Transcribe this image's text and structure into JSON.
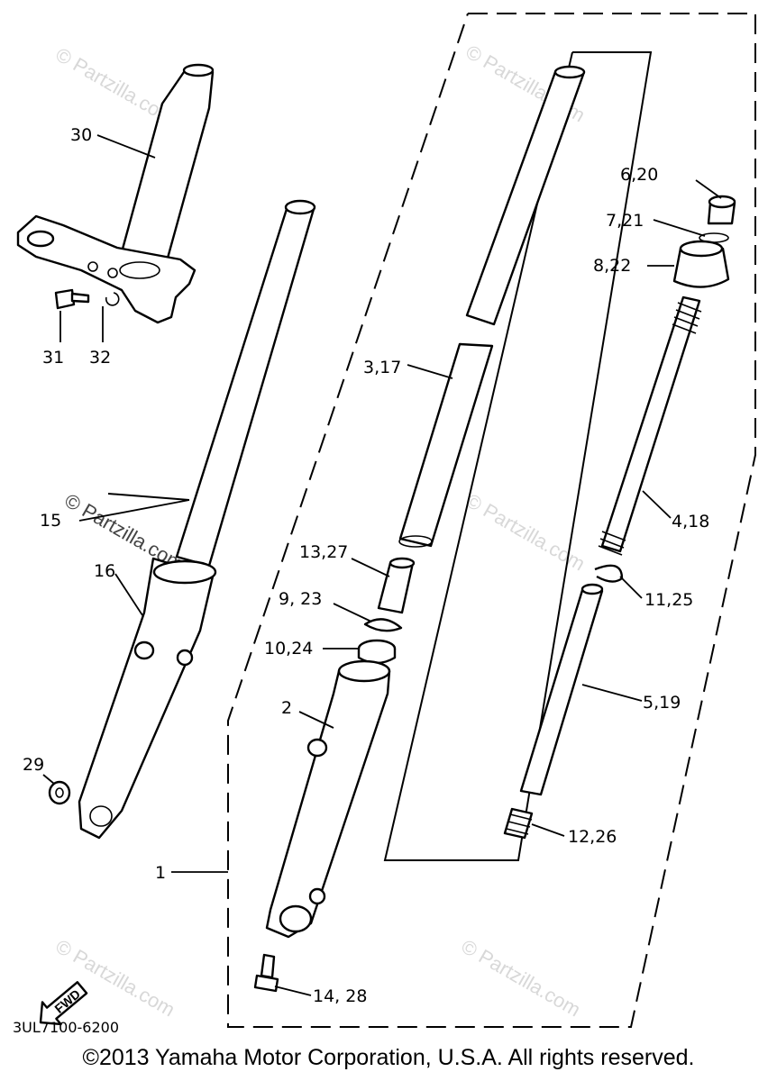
{
  "diagram": {
    "callouts": {
      "c30": "30",
      "c31": "31",
      "c32": "32",
      "c15": "15",
      "c16": "16",
      "c29": "29",
      "c1": "1",
      "c2": "2",
      "c3_17": "3,17",
      "c13_27": "13,27",
      "c9_23": "9, 23",
      "c10_24": "10,24",
      "c14_28": "14, 28",
      "c6_20": "6,20",
      "c7_21": "7,21",
      "c8_22": "8,22",
      "c4_18": "4,18",
      "c11_25": "11,25",
      "c5_19": "5,19",
      "c12_26": "12,26"
    },
    "watermark": "© Partzilla.com",
    "fwd_label": "FWD",
    "diagram_code": "3UL7100-6200"
  },
  "footer": {
    "copyright": "©2013 Yamaha Motor Corporation, U.S.A. All rights reserved."
  }
}
